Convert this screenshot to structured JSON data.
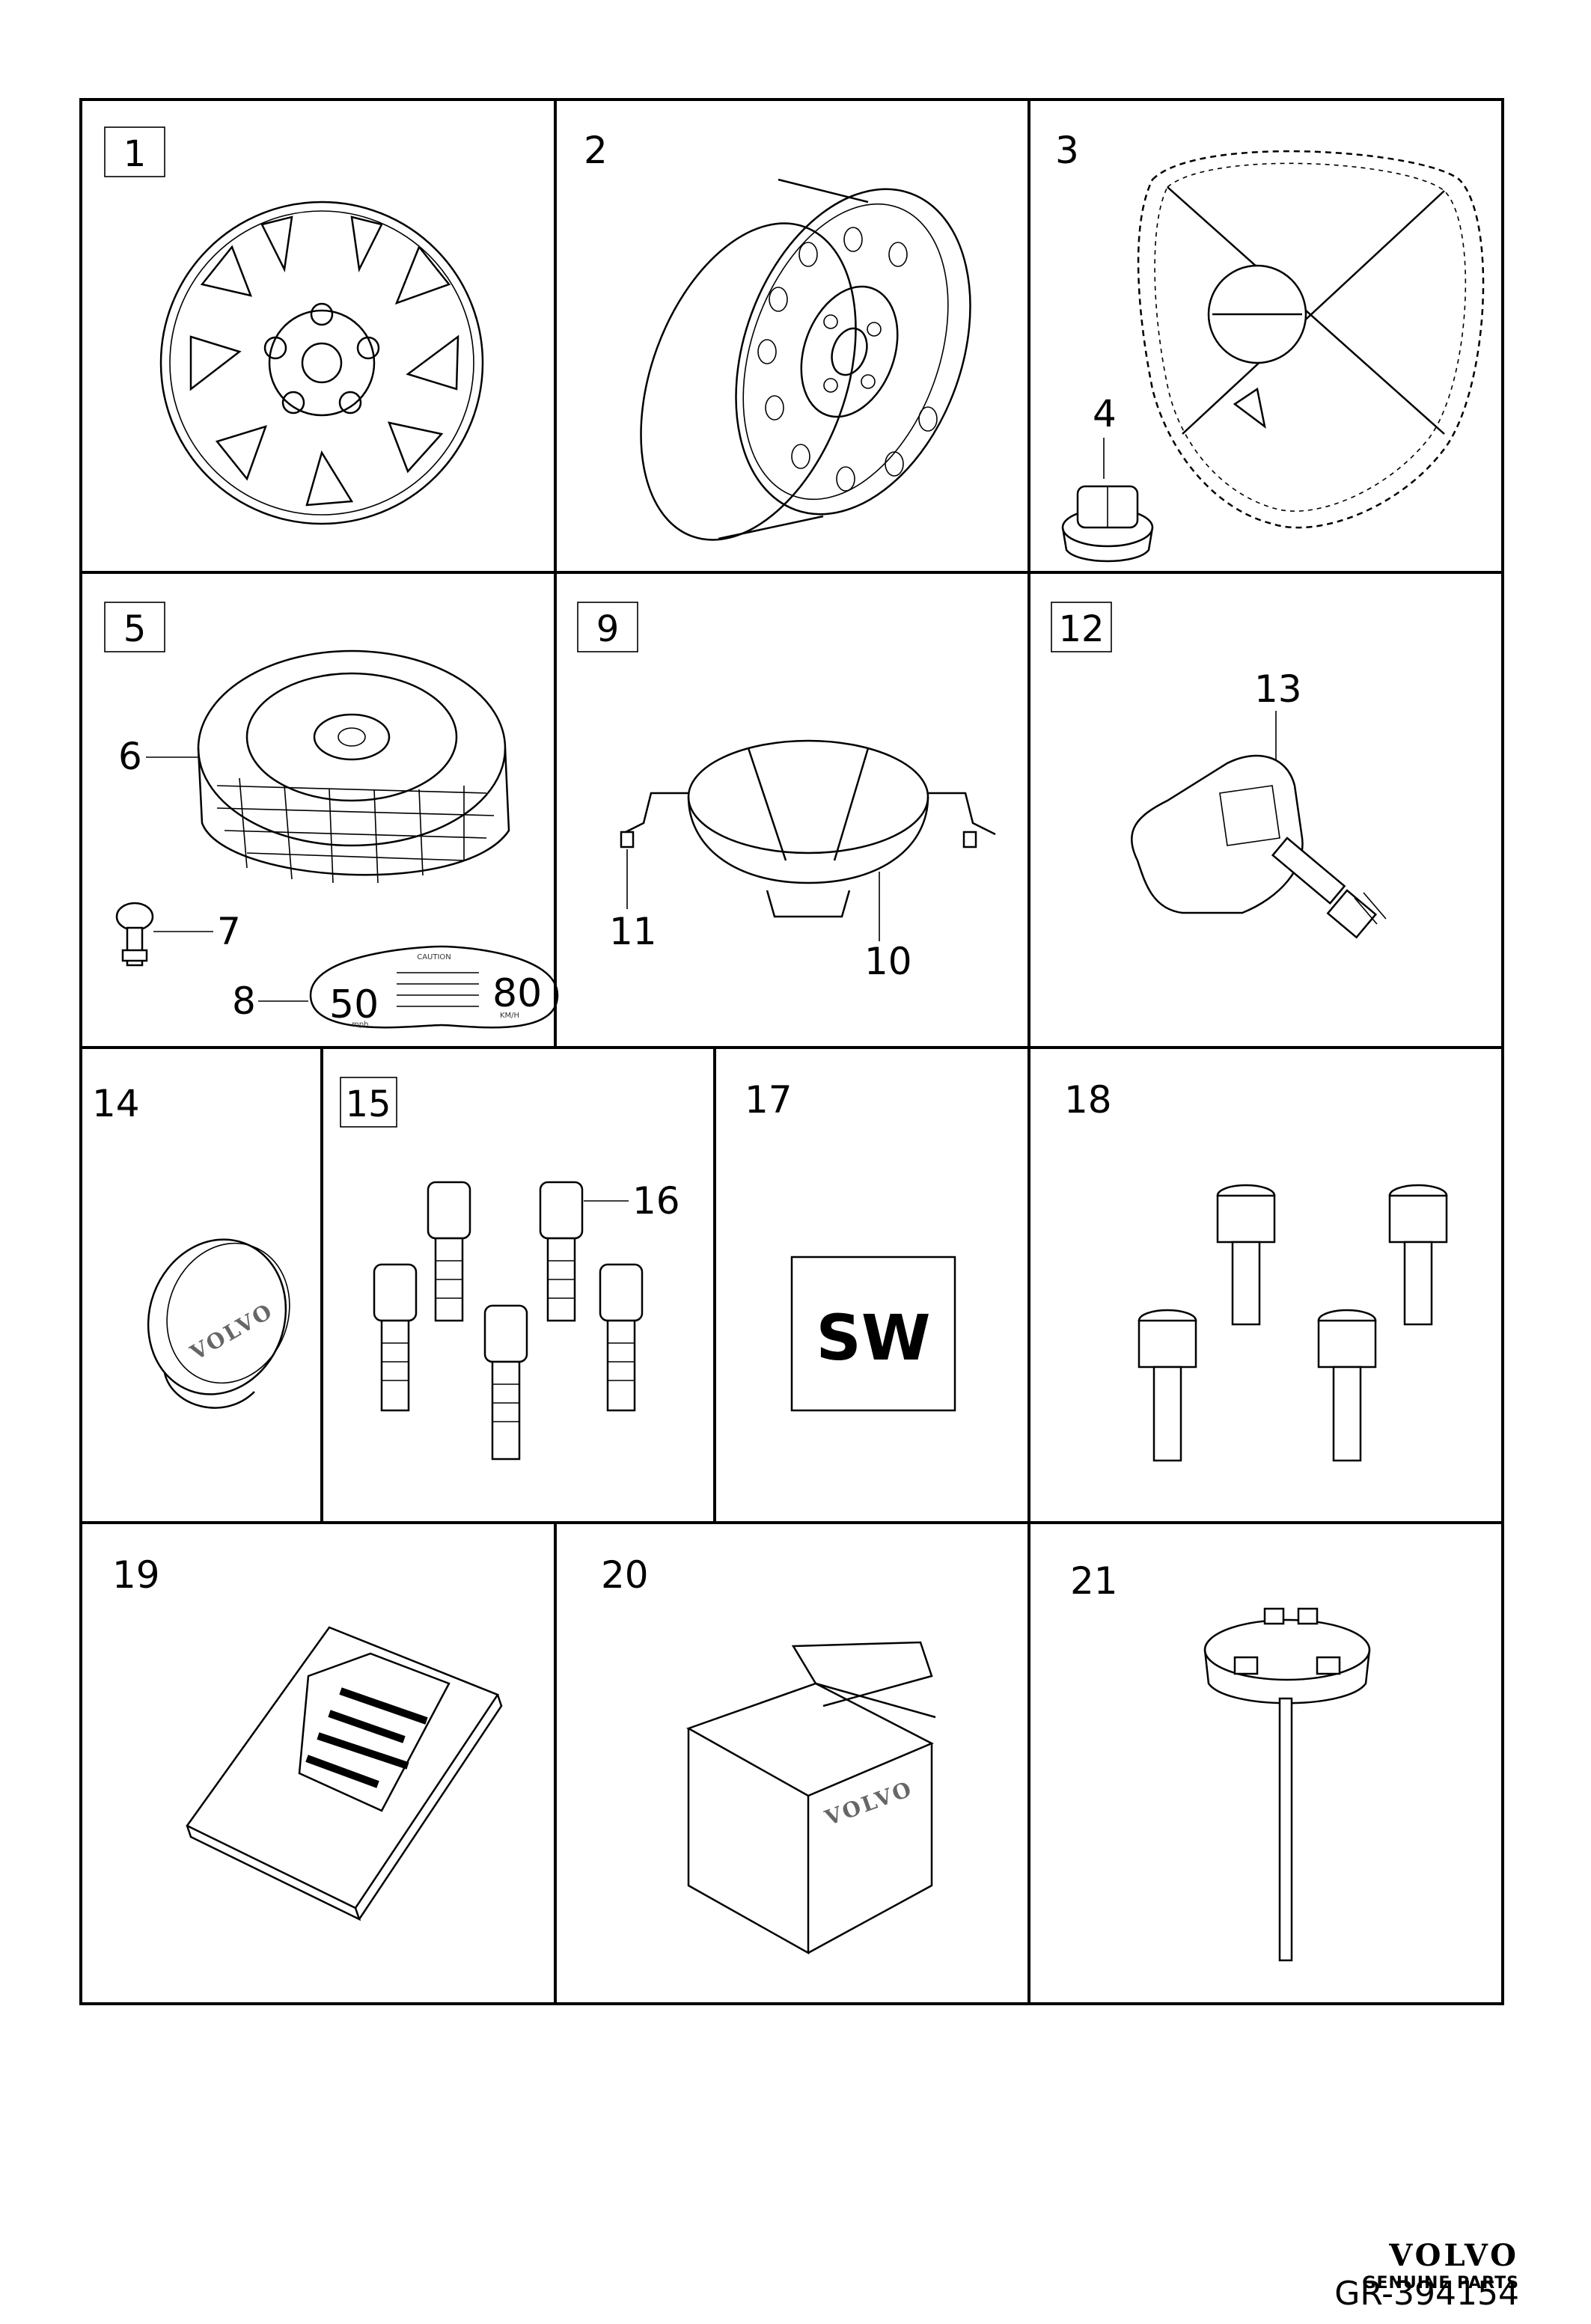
{
  "panels": [
    {
      "label": "1",
      "boxed": true
    },
    {
      "label": "2",
      "boxed": false
    },
    {
      "label": "3",
      "boxed": false
    },
    {
      "label": "5",
      "boxed": true
    },
    {
      "label": "9",
      "boxed": true
    },
    {
      "label": "12",
      "boxed": true
    },
    {
      "label": "14",
      "boxed": false
    },
    {
      "label": "15",
      "boxed": true
    },
    {
      "label": "17",
      "boxed": false
    },
    {
      "label": "18",
      "boxed": false
    },
    {
      "label": "19",
      "boxed": false
    },
    {
      "label": "20",
      "boxed": false
    },
    {
      "label": "21",
      "boxed": false
    }
  ],
  "callouts": [
    "4",
    "6",
    "7",
    "8",
    "10",
    "11",
    "13",
    "16"
  ],
  "decal": {
    "caution": "CAUTION",
    "mph": "50",
    "mph_unit": "mph",
    "kmh": "80",
    "kmh_unit": "KM/H"
  },
  "sw_label": "SW",
  "cap_logo": "VOLVO",
  "box_logo": "VOLVO",
  "brand": {
    "name": "VOLVO",
    "sub": "GENUINE PARTS"
  },
  "reference": "GR-394154"
}
